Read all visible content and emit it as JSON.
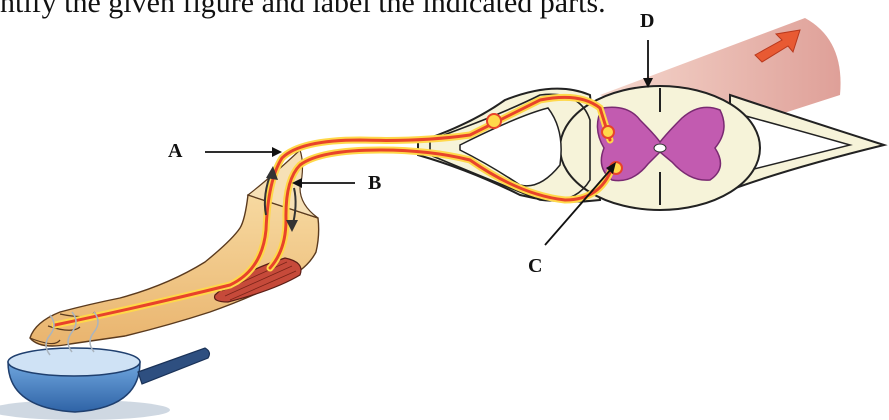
{
  "instruction": "ntify the given figure and label the indicated parts.",
  "labels": {
    "a": "A",
    "b": "B",
    "c": "C",
    "d": "D"
  },
  "colors": {
    "skin": "#f3cf8e",
    "skin_shadow": "#e2a85f",
    "nerve_red": "#e8432a",
    "nerve_yellow": "#ffd84a",
    "cord_white": "#f6f3d9",
    "grey_matter": "#c25bb0",
    "muscle": "#e7b8aa",
    "pan": "#4b82c4",
    "handle": "#2e4f80",
    "arrow_red": "#e85a33"
  },
  "icons": [
    "hot-pan-icon",
    "steam-icon",
    "motion-arrow-icon"
  ]
}
